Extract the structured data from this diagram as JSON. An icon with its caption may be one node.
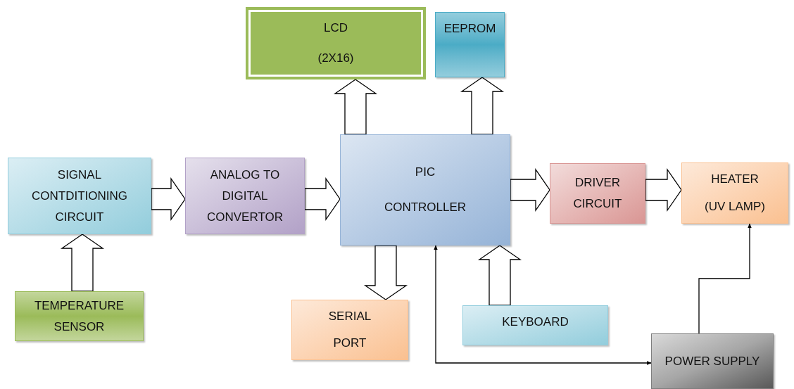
{
  "diagram": {
    "nodes": [
      {
        "text": [
          "LCD",
          "(2X16)"
        ]
      },
      {
        "text": [
          "EEPROM"
        ]
      },
      {
        "text": [
          "SIGNAL CONTDITIONING CIRCUIT"
        ]
      },
      {
        "text": [
          "ANALOG TO DIGITAL CONVERTOR"
        ]
      },
      {
        "text": [
          "PIC",
          "CONTROLLER"
        ]
      },
      {
        "text": [
          "DRIVER CIRCUIT"
        ]
      },
      {
        "text": [
          "HEATER",
          "(UV LAMP)"
        ]
      },
      {
        "text": [
          "TEMPERATURE SENSOR"
        ]
      },
      {
        "text": [
          "SERIAL",
          "PORT"
        ]
      },
      {
        "text": [
          "KEYBOARD"
        ]
      },
      {
        "text": [
          "POWER SUPPLY"
        ]
      }
    ],
    "edges": [
      {
        "from": 4,
        "to": 0,
        "arrow": "to",
        "style": "thick"
      },
      {
        "from": 4,
        "to": 1,
        "arrow": "to",
        "style": "thick"
      },
      {
        "from": 2,
        "to": 3,
        "arrow": "to",
        "style": "thick"
      },
      {
        "from": 3,
        "to": 4,
        "arrow": "to",
        "style": "thick"
      },
      {
        "from": 4,
        "to": 5,
        "arrow": "to",
        "style": "thick"
      },
      {
        "from": 5,
        "to": 6,
        "arrow": "to",
        "style": "thick"
      },
      {
        "from": 7,
        "to": 2,
        "arrow": "to",
        "style": "thick"
      },
      {
        "from": 4,
        "to": 8,
        "arrow": "to",
        "style": "thick"
      },
      {
        "from": 9,
        "to": 4,
        "arrow": "to",
        "style": "thick"
      },
      {
        "from": 4,
        "to": 10,
        "arrow": "both"
      },
      {
        "from": 10,
        "to": 6,
        "arrow": "to"
      }
    ]
  }
}
